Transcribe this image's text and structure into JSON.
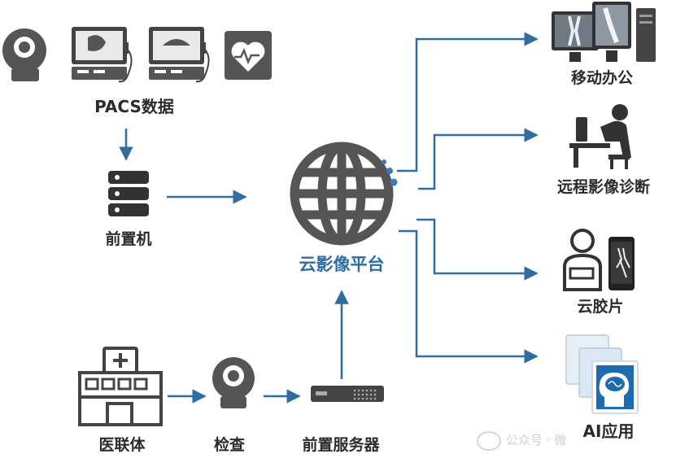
{
  "labels": {
    "pacs": "PACS数据",
    "frontend_machine": "前置机",
    "cloud_platform": "云影像平台",
    "mobile_office": "移动办公",
    "remote_diagnosis": "远程影像诊断",
    "cloud_film": "云胶片",
    "ai_app": "AI应用",
    "medical_alliance": "医联体",
    "exam": "检查",
    "frontend_server": "前置服务器"
  },
  "watermark": "公众号 · 微",
  "colors": {
    "arrow": "#2e6da4",
    "icon_gray": "#5a5a5a",
    "icon_dark": "#333333",
    "platform_label": "#2e6da4",
    "label_text": "#2b2b2b"
  }
}
